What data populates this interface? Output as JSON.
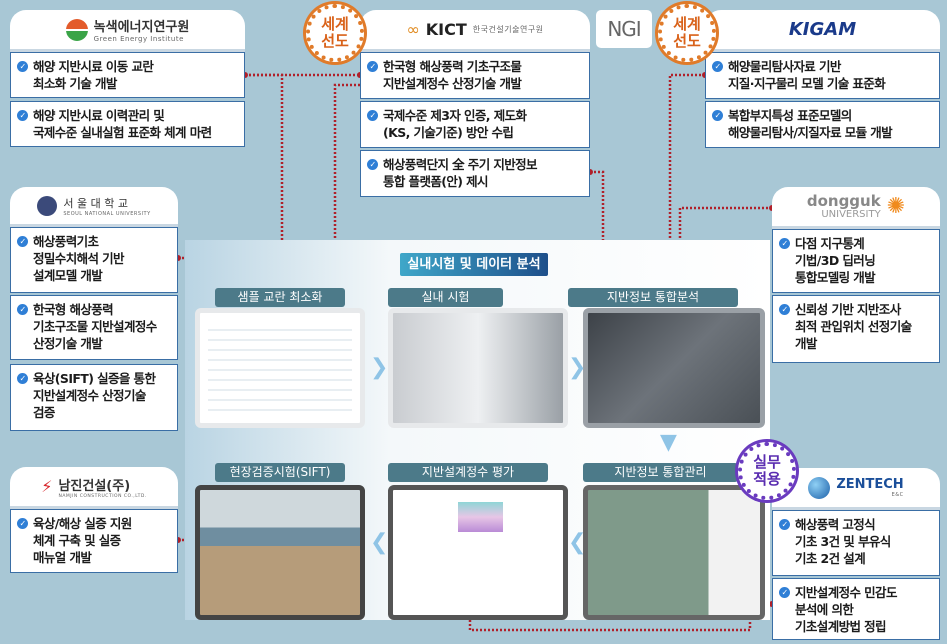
{
  "orgs": {
    "green": {
      "name": "녹색에너지연구원",
      "sub": "Green Energy Institute",
      "items": [
        "해양 지반시료 이동 교란\n최소화 기술 개발",
        "해양 지반시료 이력관리 및\n국제수준 실내실험 표준화 체계 마련"
      ]
    },
    "kict": {
      "name": "KICT",
      "sub": "한국건설기술연구원",
      "badge": "세계\n선도",
      "items": [
        "한국형 해상풍력 기초구조물\n지반설계정수 산정기술 개발",
        "국제수준 제3자 인증, 제도화\n(KS, 기술기준) 방안 수립",
        "해상풍력단지 全 주기 지반정보\n통합 플랫폼(안) 제시"
      ]
    },
    "ngi": {
      "name": "NGI"
    },
    "kigam": {
      "name": "KIGAM",
      "badge": "세계\n선도",
      "items": [
        "해양물리탐사자료 기반\n지질·지구물리 모델 기술 표준화",
        "복합부지특성 표준모델의\n해양물리탐사/지질자료 모듈 개발"
      ]
    },
    "snu": {
      "name": "서 울 대 학 교",
      "sub": "SEOUL NATIONAL UNIVERSITY",
      "items": [
        "해상풍력기초\n정밀수치해석 기반\n설계모델 개발",
        "한국형 해상풍력\n기초구조물 지반설계정수\n산정기술 개발",
        "육상(SIFT) 실증을 통한\n지반설계정수 산정기술\n검증"
      ]
    },
    "dongguk": {
      "name": "dongguk",
      "sub": "UNIVERSITY",
      "items": [
        "다점 지구통계\n기법/3D 딥러닝\n통합모델링 개발",
        "신뢰성 기반 지반조사\n최적 관입위치 선정기술\n개발"
      ]
    },
    "namjin": {
      "name": "남진건설(주)",
      "sub": "NAMJIN CONSTRUCTION CO.,LTD.",
      "items": [
        "육상/해상 실증 지원\n체계 구축 및 실증\n매뉴얼 개발"
      ]
    },
    "zentech": {
      "name": "ZENTECH",
      "sub": "E&C",
      "badge": "실무\n적용",
      "items": [
        "해상풍력 고정식\n기초 3건 및 부유식\n기초 2건 설계",
        "지반설계정수 민감도\n분석에 의한\n기초설계방법 정립"
      ]
    }
  },
  "center": {
    "title": "실내시험 및 데이터 분석",
    "panels": [
      "샘플 교란 최소화",
      "실내 시험",
      "지반정보 통합분석",
      "현장검증시험(SIFT)",
      "지반설계정수 평가",
      "지반정보 통합관리"
    ]
  },
  "colors": {
    "background": "#a8c7d5",
    "item_border": "#3a6ea5",
    "connector": "#b0202a",
    "badge_orange": "#e07b2a",
    "badge_purple": "#6a3bbf"
  }
}
